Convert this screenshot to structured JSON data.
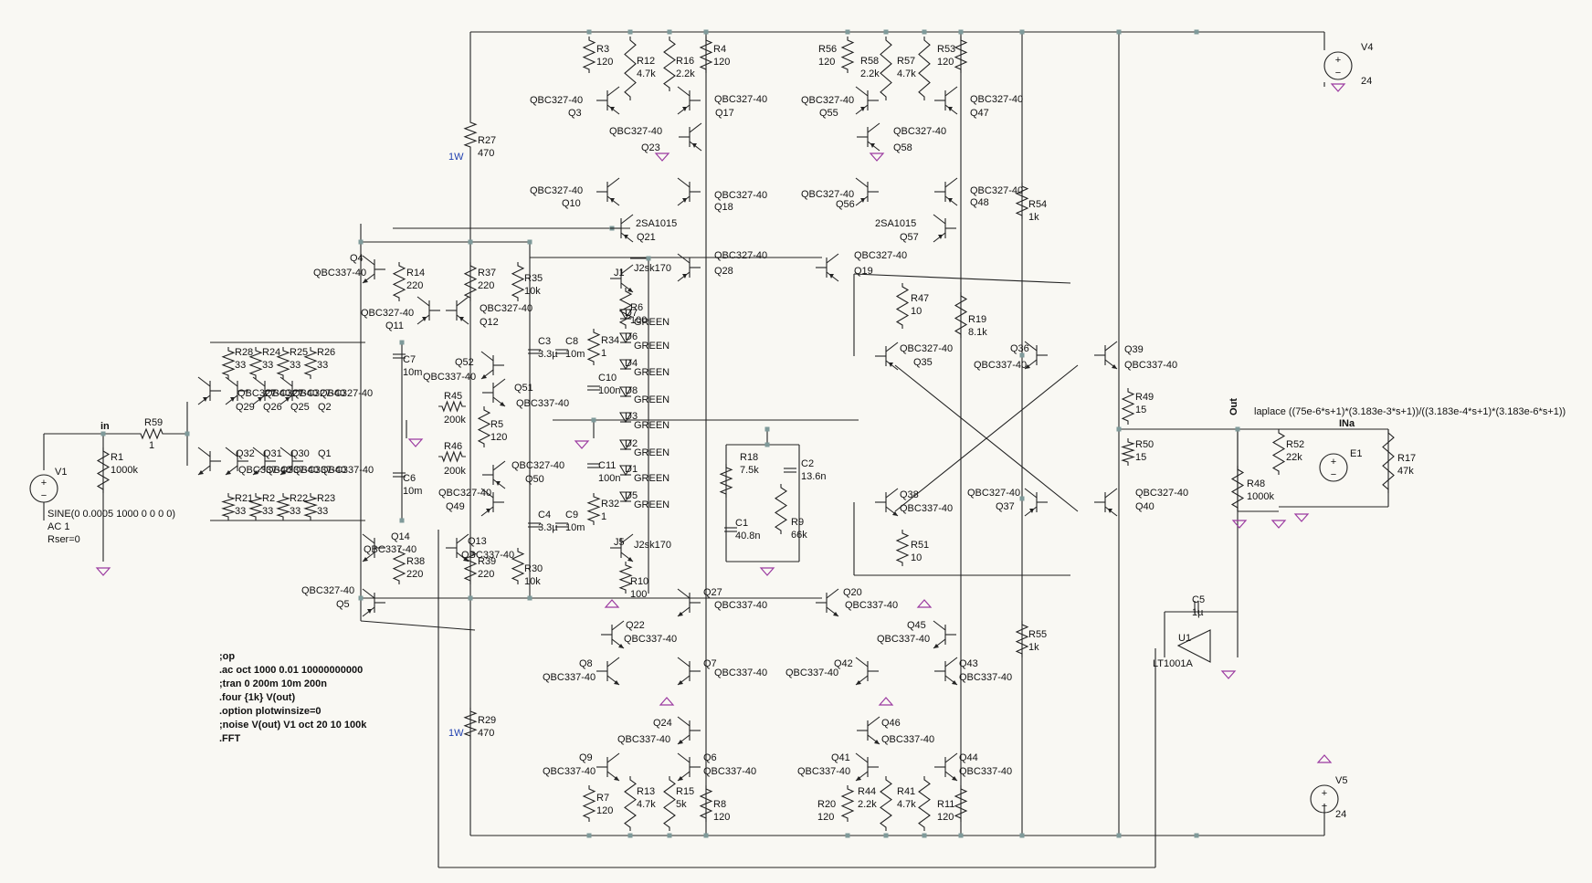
{
  "schematic": {
    "resistors": [
      {
        "ref": "R3",
        "value": "120"
      },
      {
        "ref": "R12",
        "value": "4.7k"
      },
      {
        "ref": "R16",
        "value": "2.2k"
      },
      {
        "ref": "R4",
        "value": "120"
      },
      {
        "ref": "R56",
        "value": "120"
      },
      {
        "ref": "R58",
        "value": "2.2k"
      },
      {
        "ref": "R57",
        "value": "4.7k"
      },
      {
        "ref": "R53",
        "value": "120"
      },
      {
        "ref": "R27",
        "value": "470"
      },
      {
        "ref": "R54",
        "value": "1k"
      },
      {
        "ref": "R14",
        "value": "220"
      },
      {
        "ref": "R37",
        "value": "220"
      },
      {
        "ref": "R35",
        "value": "10k"
      },
      {
        "ref": "R6",
        "value": "100"
      },
      {
        "ref": "R47",
        "value": "10"
      },
      {
        "ref": "R19",
        "value": "8.1k"
      },
      {
        "ref": "R28",
        "value": "33"
      },
      {
        "ref": "R24",
        "value": "33"
      },
      {
        "ref": "R25",
        "value": "33"
      },
      {
        "ref": "R26",
        "value": "33"
      },
      {
        "ref": "R34",
        "value": "1"
      },
      {
        "ref": "R45",
        "value": "200k"
      },
      {
        "ref": "R5",
        "value": "120"
      },
      {
        "ref": "R49",
        "value": "15"
      },
      {
        "ref": "R59",
        "value": "1"
      },
      {
        "ref": "R1",
        "value": "1000k"
      },
      {
        "ref": "R46",
        "value": "200k"
      },
      {
        "ref": "R50",
        "value": "15"
      },
      {
        "ref": "R52",
        "value": "22k"
      },
      {
        "ref": "R17",
        "value": "47k"
      },
      {
        "ref": "R18",
        "value": "7.5k"
      },
      {
        "ref": "R48",
        "value": "1000k"
      },
      {
        "ref": "R9",
        "value": "66k"
      },
      {
        "ref": "R21",
        "value": "33"
      },
      {
        "ref": "R2",
        "value": "33"
      },
      {
        "ref": "R22",
        "value": "33"
      },
      {
        "ref": "R23",
        "value": "33"
      },
      {
        "ref": "R32",
        "value": "1"
      },
      {
        "ref": "R51",
        "value": "10"
      },
      {
        "ref": "R38",
        "value": "220"
      },
      {
        "ref": "R39",
        "value": "220"
      },
      {
        "ref": "R30",
        "value": "10k"
      },
      {
        "ref": "R10",
        "value": "100"
      },
      {
        "ref": "R55",
        "value": "1k"
      },
      {
        "ref": "R29",
        "value": "470"
      },
      {
        "ref": "R7",
        "value": "120"
      },
      {
        "ref": "R13",
        "value": "4.7k"
      },
      {
        "ref": "R15",
        "value": "5k"
      },
      {
        "ref": "R8",
        "value": "120"
      },
      {
        "ref": "R20",
        "value": "120"
      },
      {
        "ref": "R44",
        "value": "2.2k"
      },
      {
        "ref": "R41",
        "value": "4.7k"
      },
      {
        "ref": "R11",
        "value": "120"
      }
    ],
    "power_note": "1W",
    "transistors": [
      {
        "ref": "Q3",
        "model": "QBC327-40"
      },
      {
        "ref": "Q17",
        "model": "QBC327-40"
      },
      {
        "ref": "Q23",
        "model": "QBC327-40"
      },
      {
        "ref": "Q55",
        "model": "QBC327-40"
      },
      {
        "ref": "Q47",
        "model": "QBC327-40"
      },
      {
        "ref": "Q58",
        "model": "QBC327-40"
      },
      {
        "ref": "Q10",
        "model": "QBC327-40"
      },
      {
        "ref": "Q18",
        "model": "QBC327-40"
      },
      {
        "ref": "Q56",
        "model": "QBC327-40"
      },
      {
        "ref": "Q48",
        "model": "QBC327-40"
      },
      {
        "ref": "Q21",
        "model": "2SA1015"
      },
      {
        "ref": "Q57",
        "model": "2SA1015"
      },
      {
        "ref": "Q4",
        "model": "QBC337-40"
      },
      {
        "ref": "Q28",
        "model": "QBC327-40"
      },
      {
        "ref": "Q19",
        "model": "QBC327-40"
      },
      {
        "ref": "Q11",
        "model": "QBC327-40"
      },
      {
        "ref": "Q12",
        "model": "QBC327-40"
      },
      {
        "ref": "Q35",
        "model": "QBC327-40"
      },
      {
        "ref": "Q36",
        "model": "QBC337-40"
      },
      {
        "ref": "Q39",
        "model": "QBC337-40"
      },
      {
        "ref": "Q52",
        "model": "QBC337-40"
      },
      {
        "ref": "Q51",
        "model": "QBC337-40"
      },
      {
        "ref": "Q2",
        "model": "QBC327-40"
      },
      {
        "ref": "Q50",
        "model": "QBC327-40"
      },
      {
        "ref": "Q1",
        "model": "QBC337-40"
      },
      {
        "ref": "Q49",
        "model": "QBC327-40"
      },
      {
        "ref": "Q38",
        "model": "QBC337-40"
      },
      {
        "ref": "Q37",
        "model": "QBC327-40"
      },
      {
        "ref": "Q40",
        "model": "QBC327-40"
      },
      {
        "ref": "Q14",
        "model": "QBC337-40"
      },
      {
        "ref": "Q13",
        "model": "QBC337-40"
      },
      {
        "ref": "Q5",
        "model": "QBC327-40"
      },
      {
        "ref": "Q27",
        "model": "QBC337-40"
      },
      {
        "ref": "Q20",
        "model": "QBC337-40"
      },
      {
        "ref": "Q22",
        "model": "QBC337-40"
      },
      {
        "ref": "Q45",
        "model": "QBC337-40"
      },
      {
        "ref": "Q8",
        "model": "QBC337-40"
      },
      {
        "ref": "Q7",
        "model": "QBC337-40"
      },
      {
        "ref": "Q42",
        "model": "QBC337-40"
      },
      {
        "ref": "Q43",
        "model": "QBC337-40"
      },
      {
        "ref": "Q24",
        "model": "QBC337-40"
      },
      {
        "ref": "Q46",
        "model": "QBC337-40"
      },
      {
        "ref": "Q9",
        "model": "QBC337-40"
      },
      {
        "ref": "Q6",
        "model": "QBC337-40"
      },
      {
        "ref": "Q41",
        "model": "QBC337-40"
      },
      {
        "ref": "Q44",
        "model": "QBC337-40"
      }
    ],
    "input_pair_labels": {
      "top_row": [
        "Q29",
        "Q26",
        "Q25",
        "Q2"
      ],
      "bottom_row": [
        "Q32",
        "Q31",
        "Q30",
        "Q1"
      ],
      "top_model": "QBC327-40",
      "bottom_model": "QBC337-40"
    },
    "capacitors": [
      {
        "ref": "C7",
        "value": "10m"
      },
      {
        "ref": "C3",
        "value": "3.3µ"
      },
      {
        "ref": "C8",
        "value": "10m"
      },
      {
        "ref": "C10",
        "value": "100n"
      },
      {
        "ref": "C6",
        "value": "10m"
      },
      {
        "ref": "C11",
        "value": "100n"
      },
      {
        "ref": "C4",
        "value": "3.3µ"
      },
      {
        "ref": "C9",
        "value": "10m"
      },
      {
        "ref": "C2",
        "value": "13.6n"
      },
      {
        "ref": "C1",
        "value": "40.8n"
      },
      {
        "ref": "C5",
        "value": "1µ"
      }
    ],
    "diodes": [
      {
        "ref": "D7",
        "model": "GREEN"
      },
      {
        "ref": "D6",
        "model": "GREEN"
      },
      {
        "ref": "D4",
        "model": "GREEN"
      },
      {
        "ref": "D8",
        "model": "GREEN"
      },
      {
        "ref": "D3",
        "model": "GREEN"
      },
      {
        "ref": "D2",
        "model": "GREEN"
      },
      {
        "ref": "D1",
        "model": "GREEN"
      },
      {
        "ref": "D5",
        "model": "GREEN"
      }
    ],
    "jfets": [
      {
        "ref": "J1",
        "model": "J2sk170"
      },
      {
        "ref": "J5",
        "model": "J2sk170"
      }
    ],
    "sources": {
      "V1": {
        "ref": "V1",
        "func": "SINE(0 0.0005 1000 0 0 0 0)",
        "ac": "AC 1",
        "rser": "Rser=0"
      },
      "V4": {
        "ref": "V4",
        "value": "24"
      },
      "V5": {
        "ref": "V5",
        "value": "24"
      },
      "E1": {
        "ref": "E1",
        "expr": "laplace ((75e-6*s+1)*(3.183e-3*s+1))/((3.183e-4*s+1)*(3.183e-6*s+1))",
        "net": "INa"
      }
    },
    "opamp": {
      "ref": "U1",
      "model": "LT1001A"
    },
    "nets": {
      "in": "in",
      "out": "Out"
    },
    "directives": [
      ";op",
      ".ac oct 1000 0.01 10000000000",
      ";tran 0 200m 10m 200n",
      ".four {1k}  V(out)",
      ".option plotwinsize=0",
      ";noise V(out) V1 oct 20 10 100k",
      ".FFT"
    ]
  }
}
